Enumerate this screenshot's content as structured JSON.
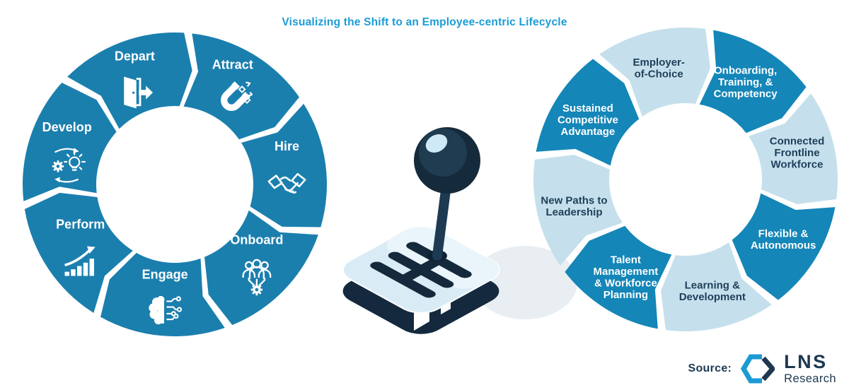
{
  "title": {
    "text": "Visualizing the Shift to an Employee-centric Lifecycle"
  },
  "diagram": {
    "left_cycle": {
      "name": "traditional-employee-lifecycle",
      "segments": [
        {
          "label": "Attract",
          "icon": "magnet"
        },
        {
          "label": "Hire",
          "icon": "handshake"
        },
        {
          "label": "Onboard",
          "icon": "people-gear"
        },
        {
          "label": "Engage",
          "icon": "brain-circuit"
        },
        {
          "label": "Perform",
          "icon": "growth-chart"
        },
        {
          "label": "Develop",
          "icon": "gear-bulb-cycle"
        },
        {
          "label": "Depart",
          "icon": "door-exit"
        }
      ]
    },
    "right_cycle": {
      "name": "employee-centric-outcomes",
      "segments": [
        {
          "lines": [
            "Onboarding,",
            "Training, &",
            "Competency"
          ],
          "tone": "dark"
        },
        {
          "lines": [
            "Connected",
            "Frontline",
            "Workforce"
          ],
          "tone": "light"
        },
        {
          "lines": [
            "Flexible &",
            "Autonomous"
          ],
          "tone": "dark"
        },
        {
          "lines": [
            "Learning &",
            "Development"
          ],
          "tone": "light"
        },
        {
          "lines": [
            "Talent",
            "Management",
            "& Workforce",
            "Planning"
          ],
          "tone": "dark"
        },
        {
          "lines": [
            "New Paths to",
            "Leadership"
          ],
          "tone": "light"
        },
        {
          "lines": [
            "Sustained",
            "Competitive",
            "Advantage"
          ],
          "tone": "dark"
        },
        {
          "lines": [
            "Employer-",
            "of-Choice"
          ],
          "tone": "light"
        }
      ]
    },
    "center_illustration": "gear-shift"
  },
  "source": {
    "label": "Source:",
    "brand_name": "LNS",
    "brand_subname": "Research"
  },
  "colors": {
    "title": "#1a9cd6",
    "left_ring": "#1b7fae",
    "right_ring_dark": "#1486b8",
    "right_ring_light": "#c5e0ec",
    "dark_text": "#1e3e5a",
    "white_text": "#ffffff",
    "shadow": "#e8eef2",
    "navy": "#16293c",
    "logo_blue": "#1c9ad2"
  }
}
